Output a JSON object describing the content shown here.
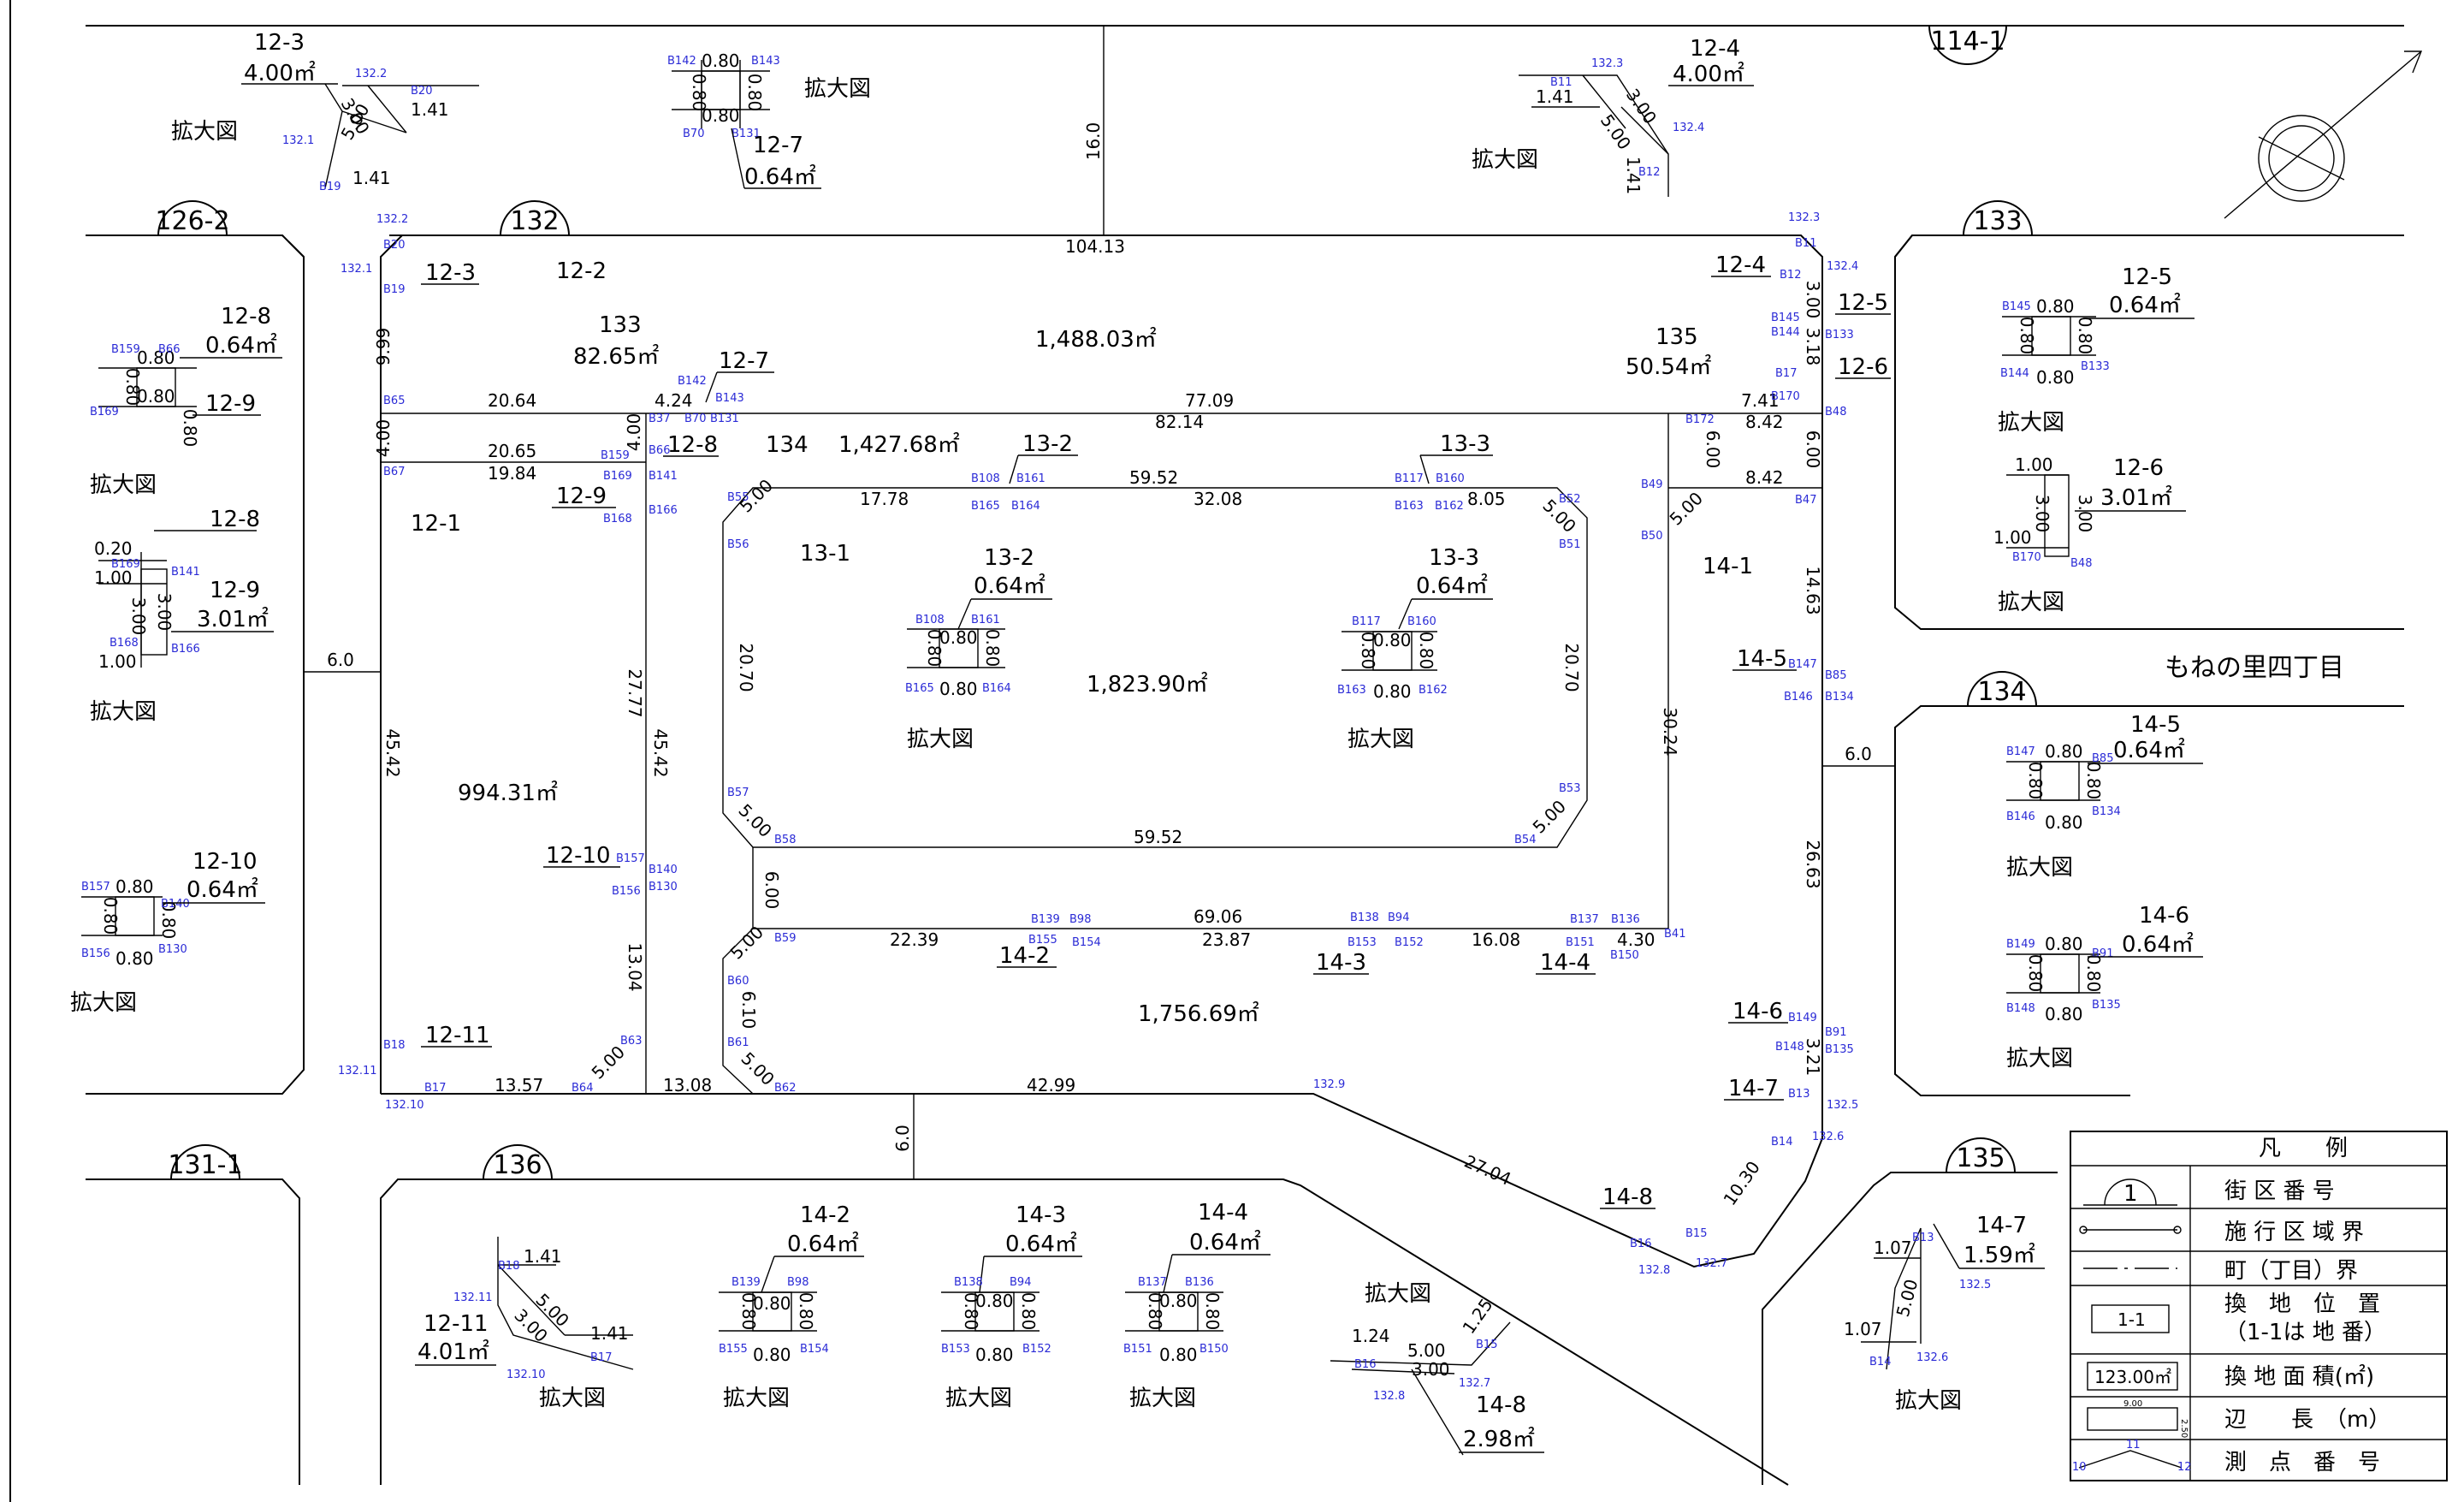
{
  "blocks": {
    "b126_2": "126-2",
    "b132": "132",
    "b114_1": "114-1",
    "b133": "133",
    "b134": "134",
    "b131_1": "131-1",
    "b136": "136",
    "b135": "135"
  },
  "road_widths": {
    "north": "16.0",
    "west": "6.0",
    "east": "6.0",
    "south": "6.0"
  },
  "town_name": "もねの里四丁目",
  "lots": {
    "l12_2": "12-2",
    "l12_2_area": "1,488.03㎡",
    "l12_1": "12-1",
    "l12_1_area": "994.31㎡",
    "l133": "133",
    "l133_area": "82.65㎡",
    "l134": "134",
    "l134_area": "1,427.68㎡",
    "l135": "135",
    "l135_area": "50.54㎡",
    "l13_1": "13-1",
    "l13_1_area": "1,823.90㎡",
    "l14_1": "14-1",
    "l14_1_area": "1,756.69㎡"
  },
  "tags": {
    "t12_3": "12-3",
    "t12_7": "12-7",
    "t12_8": "12-8",
    "t12_9": "12-9",
    "t12_10": "12-10",
    "t12_11": "12-11",
    "t12_4": "12-4",
    "t12_5": "12-5",
    "t12_6": "12-6",
    "t13_2": "13-2",
    "t13_3": "13-3",
    "t14_2": "14-2",
    "t14_3": "14-3",
    "t14_4": "14-4",
    "t14_5": "14-5",
    "t14_6": "14-6",
    "t14_7": "14-7",
    "t14_8": "14-8"
  },
  "dims": {
    "d104_13": "104.13",
    "d9_99": "9.99",
    "d20_64": "20.64",
    "d4_24": "4.24",
    "d77_09": "77.09",
    "d4_00a": "4.00",
    "d20_65": "20.65",
    "d19_84": "19.84",
    "d82_14": "82.14",
    "d4_00b": "4.00",
    "d17_78": "17.78",
    "d59_52a": "59.52",
    "d32_08": "32.08",
    "d8_05": "8.05",
    "d5_00a": "5.00",
    "d5_00b": "5.00",
    "d20_70a": "20.70",
    "d20_70b": "20.70",
    "d27_77": "27.77",
    "d45_42a": "45.42",
    "d45_42b": "45.42",
    "d5_00c": "5.00",
    "d5_00d": "5.00",
    "d59_52b": "59.52",
    "d6_00a": "6.00",
    "d22_39": "22.39",
    "d69_06": "69.06",
    "d23_87": "23.87",
    "d16_08": "16.08",
    "d4_30": "4.30",
    "d5_00e": "5.00",
    "d6_10": "6.10",
    "d5_00f": "5.00",
    "d13_04": "13.04",
    "d13_57": "13.57",
    "d13_08": "13.08",
    "d42_99": "42.99",
    "d5_00g": "5.00",
    "d7_41": "7.41",
    "d8_42a": "8.42",
    "d8_42b": "8.42",
    "d6_00b": "6.00",
    "d6_00c": "6.00",
    "d5_00h": "5.00",
    "d30_24": "30.24",
    "d14_63": "14.63",
    "d26_63": "26.63",
    "d27_04": "27.04",
    "d10_30": "10.30",
    "d3_21": "3.21",
    "d3_00a": "3.00",
    "d3_18": "3.18"
  },
  "points": {
    "p132_1": "132.1",
    "p132_2": "132.2",
    "p132_3": "132.3",
    "p132_4": "132.4",
    "p132_5": "132.5",
    "p132_6": "132.6",
    "p132_7": "132.7",
    "p132_8": "132.8",
    "p132_9": "132.9",
    "p132_10": "132.10",
    "p132_11": "132.11",
    "B11": "B11",
    "B12": "B12",
    "B13": "B13",
    "B14": "B14",
    "B15": "B15",
    "B16": "B16",
    "B17": "B17",
    "B18": "B18",
    "B19": "B19",
    "B20": "B20",
    "B37": "B37",
    "B41": "B41",
    "B47": "B47",
    "B48": "B48",
    "B49": "B49",
    "B50": "B50",
    "B51": "B51",
    "B52": "B52",
    "B53": "B53",
    "B54": "B54",
    "B55": "B55",
    "B56": "B56",
    "B57": "B57",
    "B58": "B58",
    "B59": "B59",
    "B60": "B60",
    "B61": "B61",
    "B62": "B62",
    "B63": "B63",
    "B64": "B64",
    "B65": "B65",
    "B66": "B66",
    "B67": "B67",
    "B70": "B70",
    "B85": "B85",
    "B91": "B91",
    "B94": "B94",
    "B98": "B98",
    "B108": "B108",
    "B117": "B117",
    "B130": "B130",
    "B131": "B131",
    "B133": "B133",
    "B134": "B134",
    "B135": "B135",
    "B136": "B136",
    "B137": "B137",
    "B138": "B138",
    "B139": "B139",
    "B140": "B140",
    "B141": "B141",
    "B142": "B142",
    "B143": "B143",
    "B144": "B144",
    "B145": "B145",
    "B146": "B146",
    "B147": "B147",
    "B148": "B148",
    "B149": "B149",
    "B150": "B150",
    "B151": "B151",
    "B152": "B152",
    "B153": "B153",
    "B154": "B154",
    "B155": "B155",
    "B156": "B156",
    "B157": "B157",
    "B159": "B159",
    "B160": "B160",
    "B161": "B161",
    "B162": "B162",
    "B163": "B163",
    "B164": "B164",
    "B165": "B165",
    "B166": "B166",
    "B168": "B168",
    "B169": "B169",
    "B170": "B170",
    "B172": "B172"
  },
  "insets": {
    "enlarged": "拡大図",
    "i12_3_area": "4.00㎡",
    "i12_3_w": "1.41",
    "i12_3_h": "3.00",
    "i12_3_d": "5.00",
    "i12_3_b": "1.41",
    "i12_7_area": "0.64㎡",
    "i12_4_area": "4.00㎡",
    "i12_4_w": "1.41",
    "i12_4_h": "3.00",
    "i12_4_d": "5.00",
    "i12_4_b": "1.41",
    "i12_8_area": "0.64㎡",
    "i12_9_area": "3.01㎡",
    "i12_9_a": "0.20",
    "i12_9_b": "1.00",
    "i12_9_c": "3.00",
    "i12_9_d": "1.00",
    "i12_10_area": "0.64㎡",
    "i12_11_area": "4.01㎡",
    "i12_11_a": "1.41",
    "i12_11_b": "5.00",
    "i12_11_c": "3.00",
    "i12_11_d": "1.41",
    "i12_5_area": "0.64㎡",
    "i12_6_area": "3.01㎡",
    "i12_6_a": "1.00",
    "i12_6_b": "3.00",
    "i12_6_c": "1.00",
    "i13_2_area": "0.64㎡",
    "i13_3_area": "0.64㎡",
    "i14_2_area": "0.64㎡",
    "i14_3_area": "0.64㎡",
    "i14_4_area": "0.64㎡",
    "i14_5_area": "0.64㎡",
    "i14_6_area": "0.64㎡",
    "i14_7_area": "1.59㎡",
    "i14_7_a": "1.07",
    "i14_7_b": "5.00",
    "i14_7_c": "1.07",
    "i14_8_area": "2.98㎡",
    "i14_8_a": "1.24",
    "i14_8_b": "5.00",
    "i14_8_c": "3.00",
    "i14_8_d": "1.25",
    "sq": "0.80"
  },
  "legend": {
    "title": "凡　　例",
    "sym_block": "1",
    "sym_lot": "1-1",
    "sym_area": "123.00㎡",
    "sym_len": "9.00",
    "sym_len_side": "2.50",
    "sym_pt_mid": "11",
    "sym_pt_left": "10",
    "sym_pt_right": "12",
    "r1": "街 区 番 号",
    "r2": "施 行 区 域 界",
    "r3": "町（丁目）界",
    "r4a": "換　地　位　置",
    "r4b": "（1-1は 地 番）",
    "r5": "換 地 面 積(㎡)",
    "r6": "辺　　長　（m）",
    "r7": "測　点　番　号"
  }
}
